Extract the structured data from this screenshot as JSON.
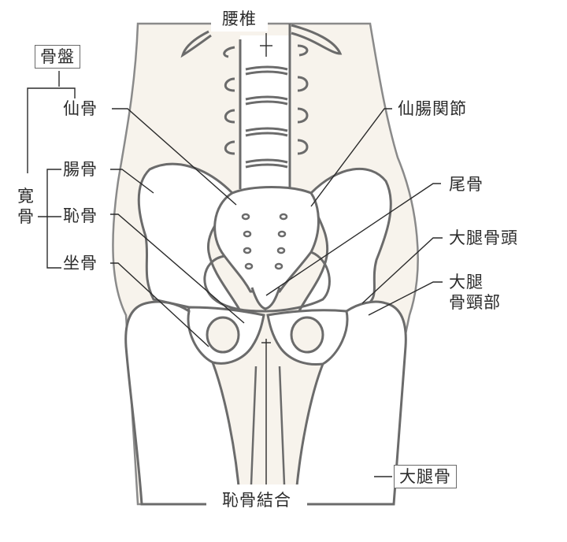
{
  "colors": {
    "body_fill": "#f7f3ec",
    "bone_fill": "#ffffff",
    "outline": "#6b6b6b",
    "leader": "#2b2b2b",
    "text": "#2b2b2b"
  },
  "labels": {
    "lumbar_spine": "腰椎",
    "pelvis": "骨盤",
    "sacrum": "仙骨",
    "hip_bone": "寛骨",
    "ilium": "腸骨",
    "pubis": "恥骨",
    "ischium": "坐骨",
    "sacroiliac_joint": "仙腸関節",
    "coccyx": "尾骨",
    "femoral_head": "大腿骨頭",
    "femoral_neck_line1": "大腿",
    "femoral_neck_line2": "骨頸部",
    "femur": "大腿骨",
    "pubic_symphysis": "恥骨結合"
  }
}
